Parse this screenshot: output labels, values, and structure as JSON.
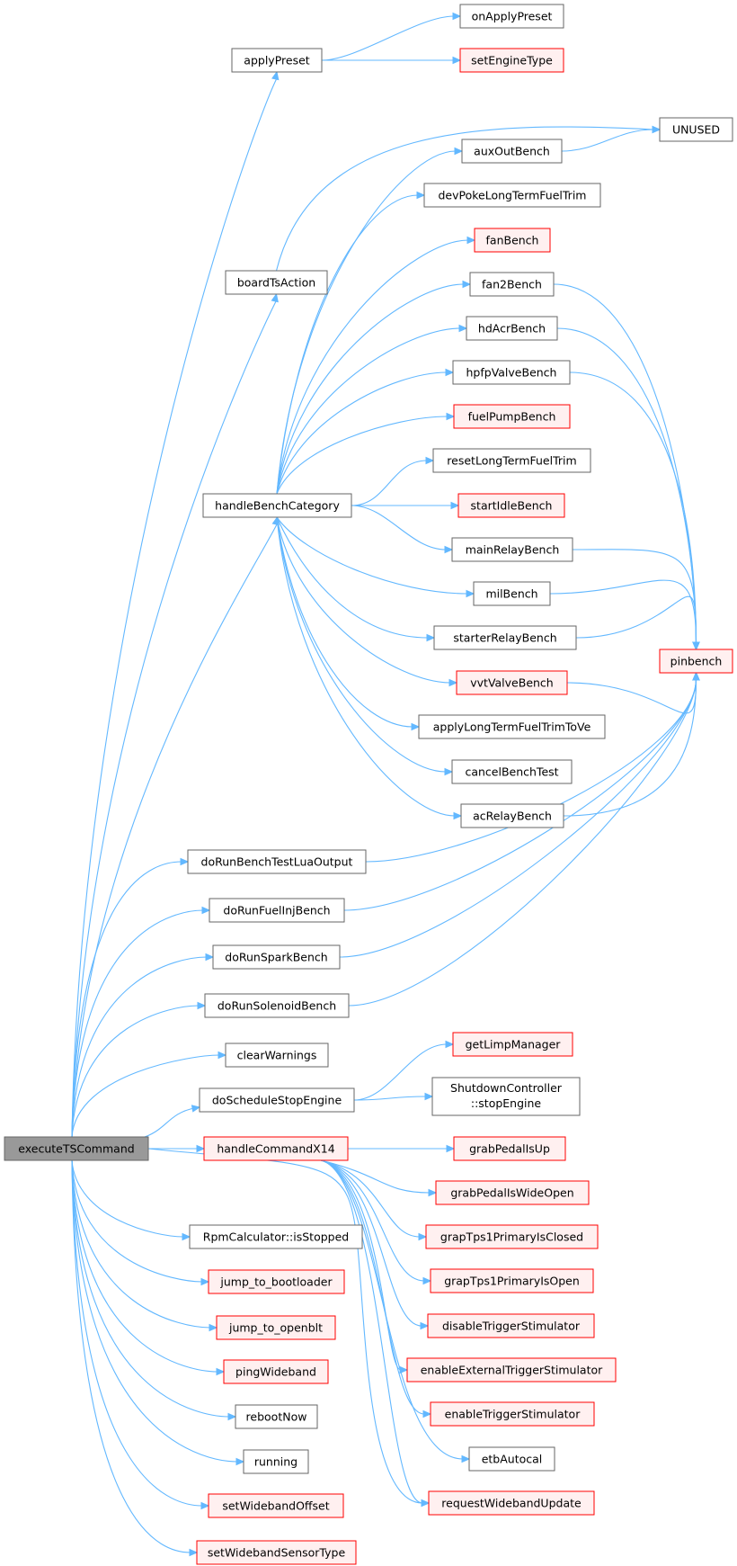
{
  "colors": {
    "edge": "#63b8ff",
    "normal_fill": "#ffffff",
    "normal_stroke": "#666666",
    "external_fill": "#fff0f0",
    "external_stroke": "#ff0000",
    "root_fill": "#999999",
    "root_stroke": "#666666"
  },
  "nodes": [
    {
      "id": "executeTSCommand",
      "label": "executeTSCommand",
      "style": "root"
    },
    {
      "id": "applyPreset",
      "label": "applyPreset",
      "style": "normal"
    },
    {
      "id": "onApplyPreset",
      "label": "onApplyPreset",
      "style": "normal"
    },
    {
      "id": "setEngineType",
      "label": "setEngineType",
      "style": "external"
    },
    {
      "id": "UNUSED",
      "label": "UNUSED",
      "style": "normal"
    },
    {
      "id": "boardTsAction",
      "label": "boardTsAction",
      "style": "normal"
    },
    {
      "id": "auxOutBench",
      "label": "auxOutBench",
      "style": "normal"
    },
    {
      "id": "devPokeLongTermFuelTrim",
      "label": "devPokeLongTermFuelTrim",
      "style": "normal"
    },
    {
      "id": "fanBench",
      "label": "fanBench",
      "style": "external"
    },
    {
      "id": "fan2Bench",
      "label": "fan2Bench",
      "style": "normal"
    },
    {
      "id": "hdAcrBench",
      "label": "hdAcrBench",
      "style": "normal"
    },
    {
      "id": "hpfpValveBench",
      "label": "hpfpValveBench",
      "style": "normal"
    },
    {
      "id": "fuelPumpBench",
      "label": "fuelPumpBench",
      "style": "external"
    },
    {
      "id": "resetLongTermFuelTrim",
      "label": "resetLongTermFuelTrim",
      "style": "normal"
    },
    {
      "id": "handleBenchCategory",
      "label": "handleBenchCategory",
      "style": "normal"
    },
    {
      "id": "startIdleBench",
      "label": "startIdleBench",
      "style": "external"
    },
    {
      "id": "mainRelayBench",
      "label": "mainRelayBench",
      "style": "normal"
    },
    {
      "id": "milBench",
      "label": "milBench",
      "style": "normal"
    },
    {
      "id": "starterRelayBench",
      "label": "starterRelayBench",
      "style": "normal"
    },
    {
      "id": "pinbench",
      "label": "pinbench",
      "style": "external"
    },
    {
      "id": "vvtValveBench",
      "label": "vvtValveBench",
      "style": "external"
    },
    {
      "id": "applyLongTermFuelTrimToVe",
      "label": "applyLongTermFuelTrimToVe",
      "style": "normal"
    },
    {
      "id": "cancelBenchTest",
      "label": "cancelBenchTest",
      "style": "normal"
    },
    {
      "id": "acRelayBench",
      "label": "acRelayBench",
      "style": "normal"
    },
    {
      "id": "doRunBenchTestLuaOutput",
      "label": "doRunBenchTestLuaOutput",
      "style": "normal"
    },
    {
      "id": "doRunFuelInjBench",
      "label": "doRunFuelInjBench",
      "style": "normal"
    },
    {
      "id": "doRunSparkBench",
      "label": "doRunSparkBench",
      "style": "normal"
    },
    {
      "id": "doRunSolenoidBench",
      "label": "doRunSolenoidBench",
      "style": "normal"
    },
    {
      "id": "clearWarnings",
      "label": "clearWarnings",
      "style": "normal"
    },
    {
      "id": "getLimpManager",
      "label": "getLimpManager",
      "style": "external"
    },
    {
      "id": "doScheduleStopEngine",
      "label": "doScheduleStopEngine",
      "style": "normal"
    },
    {
      "id": "ShutdownControllerStopEngine",
      "label": "ShutdownController",
      "label2": "::stopEngine",
      "style": "normal"
    },
    {
      "id": "handleCommandX14",
      "label": "handleCommandX14",
      "style": "external"
    },
    {
      "id": "grabPedalIsUp",
      "label": "grabPedalIsUp",
      "style": "external"
    },
    {
      "id": "grabPedalIsWideOpen",
      "label": "grabPedalIsWideOpen",
      "style": "external"
    },
    {
      "id": "grapTps1PrimaryIsClosed",
      "label": "grapTps1PrimaryIsClosed",
      "style": "external"
    },
    {
      "id": "RpmCalculatorIsStopped",
      "label": "RpmCalculator::isStopped",
      "style": "normal"
    },
    {
      "id": "grapTps1PrimaryIsOpen",
      "label": "grapTps1PrimaryIsOpen",
      "style": "external"
    },
    {
      "id": "jump_to_bootloader",
      "label": "jump_to_bootloader",
      "style": "external"
    },
    {
      "id": "disableTriggerStimulator",
      "label": "disableTriggerStimulator",
      "style": "external"
    },
    {
      "id": "jump_to_openblt",
      "label": "jump_to_openblt",
      "style": "external"
    },
    {
      "id": "enableExternalTriggerStimulator",
      "label": "enableExternalTriggerStimulator",
      "style": "external"
    },
    {
      "id": "pingWideband",
      "label": "pingWideband",
      "style": "external"
    },
    {
      "id": "enableTriggerStimulator",
      "label": "enableTriggerStimulator",
      "style": "external"
    },
    {
      "id": "rebootNow",
      "label": "rebootNow",
      "style": "normal"
    },
    {
      "id": "running",
      "label": "running",
      "style": "normal"
    },
    {
      "id": "etbAutocal",
      "label": "etbAutocal",
      "style": "normal"
    },
    {
      "id": "setWidebandOffset",
      "label": "setWidebandOffset",
      "style": "external"
    },
    {
      "id": "requestWidebandUpdate",
      "label": "requestWidebandUpdate",
      "style": "external"
    },
    {
      "id": "setWidebandSensorType",
      "label": "setWidebandSensorType",
      "style": "external"
    }
  ]
}
